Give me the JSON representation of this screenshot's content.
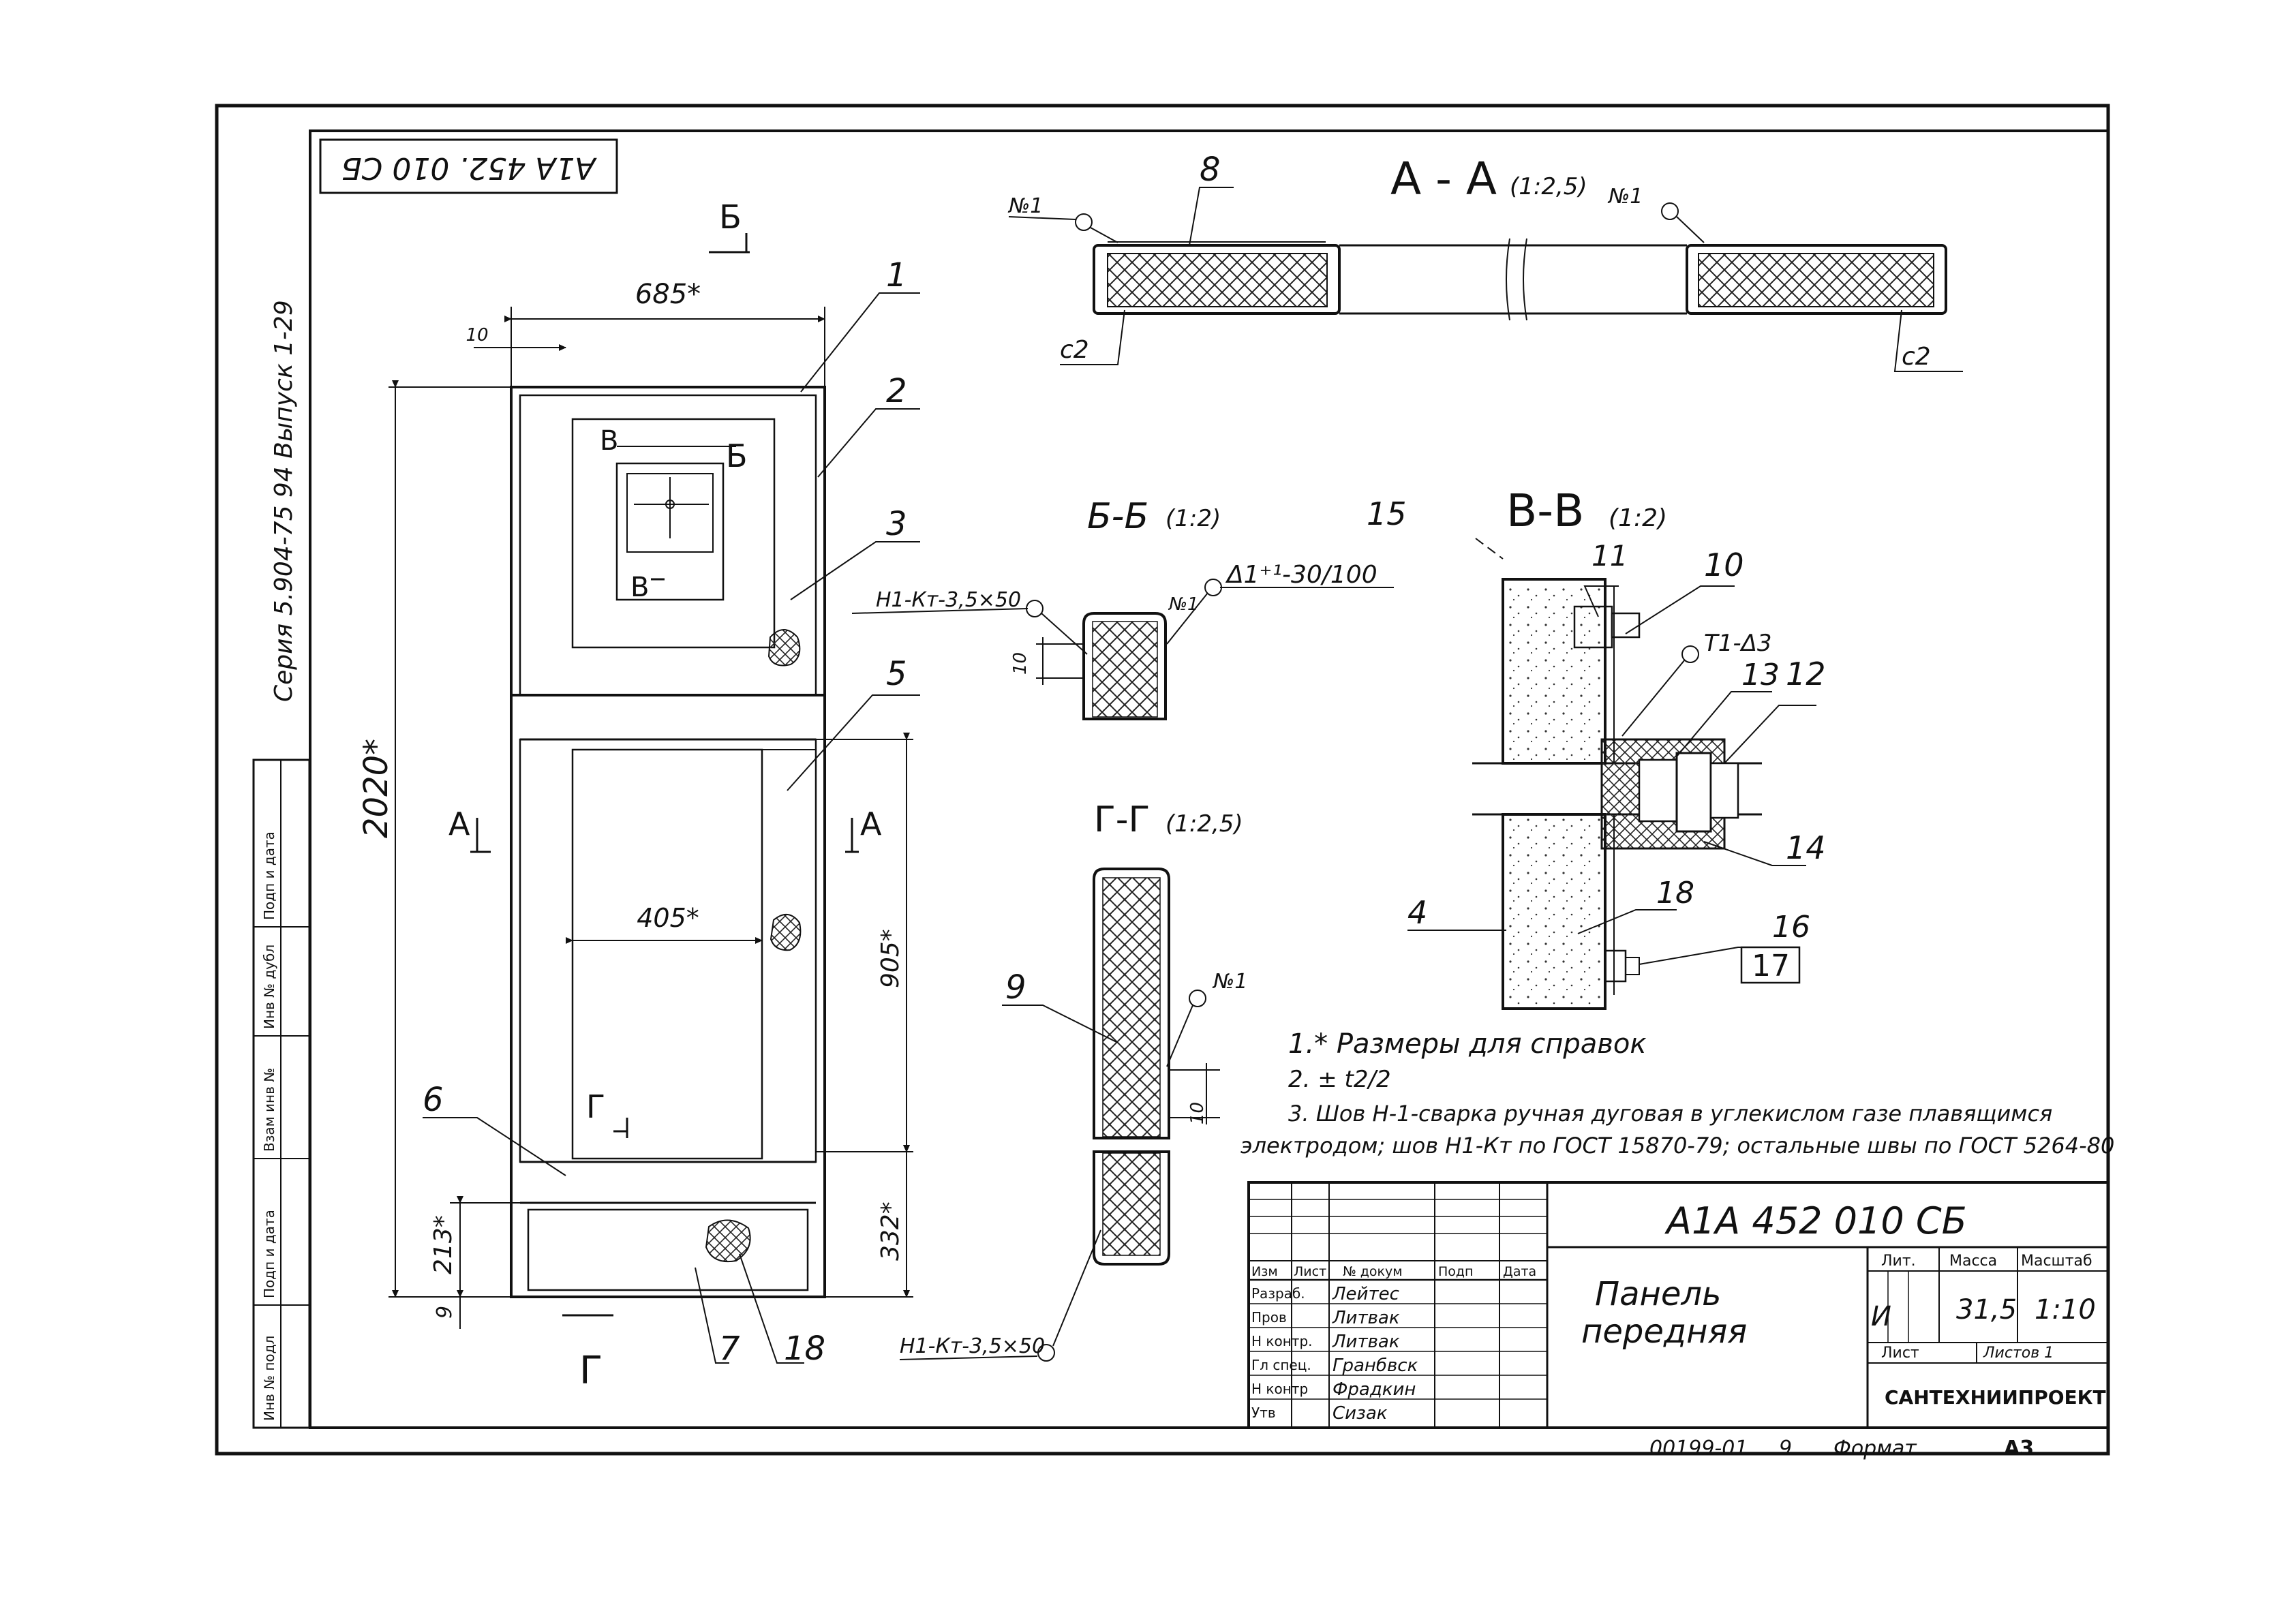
{
  "designation": "А1А 452. 010 СБ",
  "series_text": "Серия 5.904-75 94  Выпуск 1-29",
  "side_table_labels": [
    "Инв № подл",
    "Подп и дата",
    "Взам инв №",
    "Инв № дубл",
    "Подп и дата"
  ],
  "main_view": {
    "dim_width": "685*",
    "dim_offset": "10",
    "dim_height": "2020*",
    "dim_inner_width": "405*",
    "dim_inner_height": "905*",
    "dim_bottom": "332*",
    "dim_lower": "213*",
    "dim_gap": "9",
    "cut_aa_left": "А",
    "cut_aa_right": "А",
    "cut_bb_top": "Б",
    "cut_bb_right": "Б",
    "cut_vv_top": "В",
    "cut_vv_bottom": "В",
    "cut_gg_mid": "Г",
    "cut_gg_bottom": "Г",
    "callouts": [
      "1",
      "2",
      "3",
      "5",
      "6",
      "7",
      "18"
    ]
  },
  "section_aa": {
    "title": "А - А",
    "scale": "(1:2,5)",
    "weld_left": "№1",
    "weld_right": "№1",
    "part": "8",
    "label_left": "с2",
    "label_right": "с2"
  },
  "section_bb": {
    "title": "Б-Б",
    "scale": "(1:2)",
    "weld_left": "Н1-Кт-3,5×50",
    "weld_right_id": "№1",
    "weld_right": "Δ1⁺¹-30/100",
    "dim": "10"
  },
  "section_gg": {
    "title": "Г-Г",
    "scale": "(1:2,5)",
    "weld_top": "№1",
    "weld_bottom": "Н1-Кт-3,5×50",
    "part": "9",
    "dim": "10"
  },
  "section_vv": {
    "title": "В-В",
    "scale": "(1:2)",
    "weld": "Т1-Δ3",
    "callouts": [
      "15",
      "11",
      "10",
      "13",
      "12",
      "14",
      "4",
      "18",
      "16",
      "17"
    ]
  },
  "notes": [
    "1.* Размеры для справок",
    "2. ± t2/2",
    "3. Шов Н-1-сварка ручная дуговая в углекислом газе плавящимся",
    "электродом; шов Н1-Кт по ГОСТ 15870-79; остальные швы по ГОСТ 5264-80"
  ],
  "title_block": {
    "designation": "А1А 452 010 СБ",
    "name_line1": "Панель",
    "name_line2": "передняя",
    "roles": [
      "Изм",
      "Лист",
      "№ докум",
      "Подп",
      "Дата"
    ],
    "rows": [
      {
        "role": "Разраб.",
        "name": "Лейтес"
      },
      {
        "role": "Пров",
        "name": "Литвак"
      },
      {
        "role": "Н контр.",
        "name": "Литвак"
      },
      {
        "role": "Гл спец.",
        "name": "Гранбвск"
      },
      {
        "role": "Н контр",
        "name": "Фрадкин"
      },
      {
        "role": "Утв",
        "name": "Сизак"
      }
    ],
    "lit_header": "Лит.",
    "mass_header": "Масса",
    "scale_header": "Масштаб",
    "lit_value": "И",
    "mass_value": "31,5",
    "scale_value": "1:10",
    "sheet_label": "Лист",
    "sheets_label": "Листов 1",
    "organization": "САНТЕХНИИПРОЕКТ"
  },
  "footer": {
    "copy_number": "00199-01",
    "sheet_no": "9",
    "format_label": "Формат",
    "format_value": "А3"
  }
}
